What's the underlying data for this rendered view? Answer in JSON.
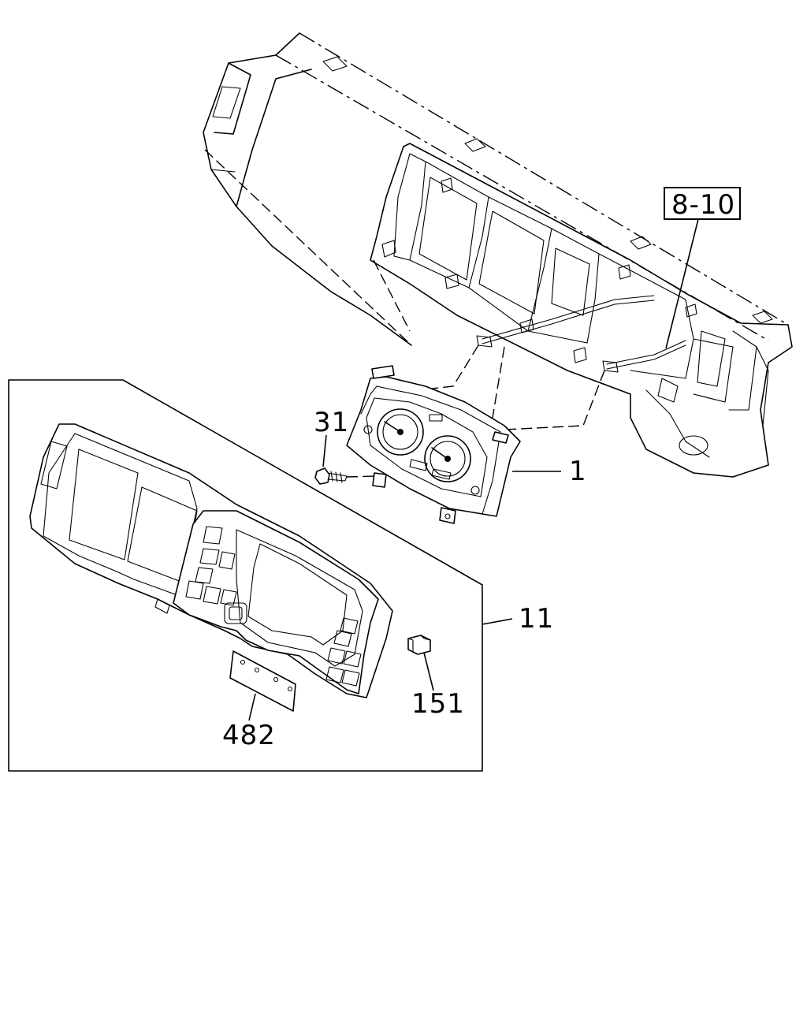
{
  "callouts": {
    "ref_8_10": "8-10",
    "part_1": "1",
    "part_11": "11",
    "part_31": "31",
    "part_151": "151",
    "part_482": "482"
  }
}
